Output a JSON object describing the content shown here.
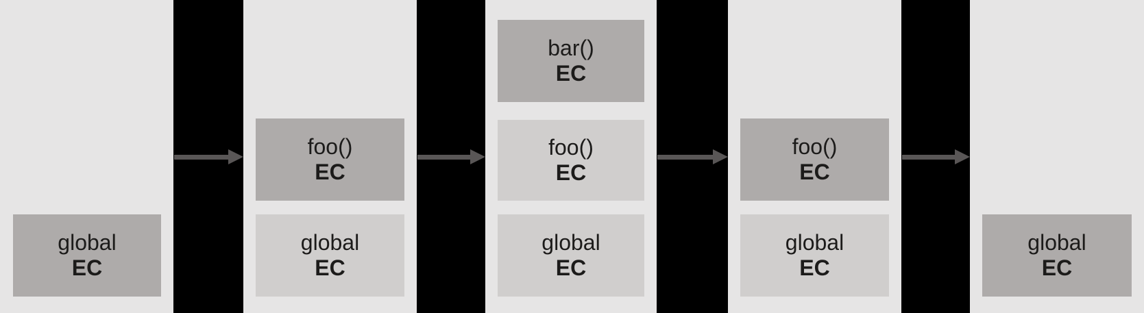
{
  "diagram": {
    "title": "execution-context-stack-stages",
    "colors": {
      "stage_background": "#e6e5e5",
      "separator": "#000000",
      "arrow": "#595656",
      "box_active": "#aeabaa",
      "box_inactive": "#d0cecd",
      "text": "#1c1b1a"
    },
    "arrow_icon": "right-arrow"
  },
  "columns": [
    {
      "name": "stage-1",
      "boxes": [
        {
          "title": "global",
          "subtitle": "EC",
          "state": "active"
        }
      ]
    },
    {
      "name": "stage-2",
      "boxes": [
        {
          "title": "foo()",
          "subtitle": "EC",
          "state": "active"
        },
        {
          "title": "global",
          "subtitle": "EC",
          "state": "inactive"
        }
      ]
    },
    {
      "name": "stage-3",
      "boxes": [
        {
          "title": "bar()",
          "subtitle": "EC",
          "state": "active"
        },
        {
          "title": "foo()",
          "subtitle": "EC",
          "state": "inactive"
        },
        {
          "title": "global",
          "subtitle": "EC",
          "state": "inactive"
        }
      ]
    },
    {
      "name": "stage-4",
      "boxes": [
        {
          "title": "foo()",
          "subtitle": "EC",
          "state": "active"
        },
        {
          "title": "global",
          "subtitle": "EC",
          "state": "inactive"
        }
      ]
    },
    {
      "name": "stage-5",
      "boxes": [
        {
          "title": "global",
          "subtitle": "EC",
          "state": "active"
        }
      ]
    }
  ]
}
